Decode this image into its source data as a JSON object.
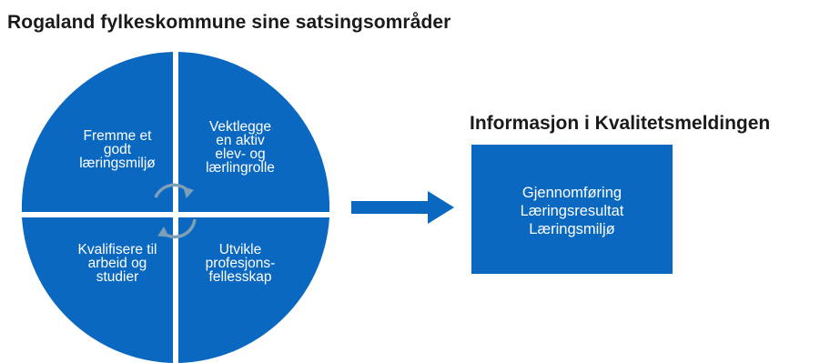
{
  "title": "Rogaland fylkeskommune sine satsingsområder",
  "colors": {
    "quadrant_fill": "#0a68c0",
    "cycle_icon": "#7f9fb6",
    "flow_arrow": "#0a68c0",
    "info_box": "#0a68c0"
  },
  "quadrants": {
    "top_left": "Fremme et\ngodt\nlæringsmiljø",
    "top_right": "Vektlegge\nen aktiv\nelev- og\nlærlingrolle",
    "bottom_left": "Kvalifisere til\narbeid og\nstudier",
    "bottom_right": "Utvikle\nprofesjons-\nfellesskap"
  },
  "center_icon": "cycle-arrows-icon",
  "flow_icon": "arrow-right-icon",
  "info": {
    "title": "Informasjon i Kvalitetsmeldingen",
    "items": [
      "Gjennomføring",
      "Læringsresultat",
      "Læringsmiljø"
    ]
  }
}
